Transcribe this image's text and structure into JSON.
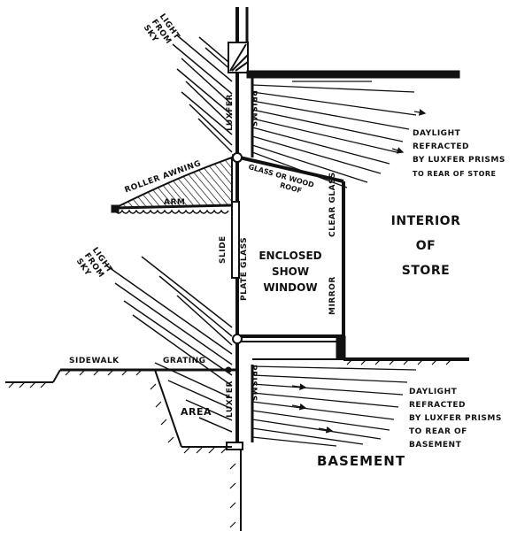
{
  "labels": {
    "light_from_sky_top": "LIGHT FROM SKY",
    "light_from_sky_lower": "LIGHT FROM SKY",
    "luxfer": "LUXFER",
    "prisms": "PRISMS",
    "luxfer_lower": "LUXFER",
    "prisms_lower": "PRISMS",
    "daylight_store": [
      "DAYLIGHT",
      "REFRACTED",
      "BY LUXFER PRISMS",
      "TO REAR OF STORE"
    ],
    "daylight_basement": [
      "DAYLIGHT",
      "REFRACTED",
      "BY LUXFER PRISMS",
      "TO REAR OF",
      "BASEMENT"
    ],
    "roller_awning": "ROLLER AWNING",
    "arm": "ARM",
    "glass_or_wood_roof": [
      "GLASS OR WOOD",
      "ROOF"
    ],
    "interior_of_store": [
      "INTERIOR",
      "OF",
      "STORE"
    ],
    "clear_glass": "CLEAR GLASS",
    "slide": "SLIDE",
    "plate_glass": "PLATE GLASS",
    "enclosed_show_window": [
      "ENCLOSED",
      "SHOW",
      "WINDOW"
    ],
    "mirror": "MIRROR",
    "sidewalk": "SIDEWALK",
    "grating": "GRATING",
    "area": "AREA",
    "basement": "BASEMENT"
  }
}
